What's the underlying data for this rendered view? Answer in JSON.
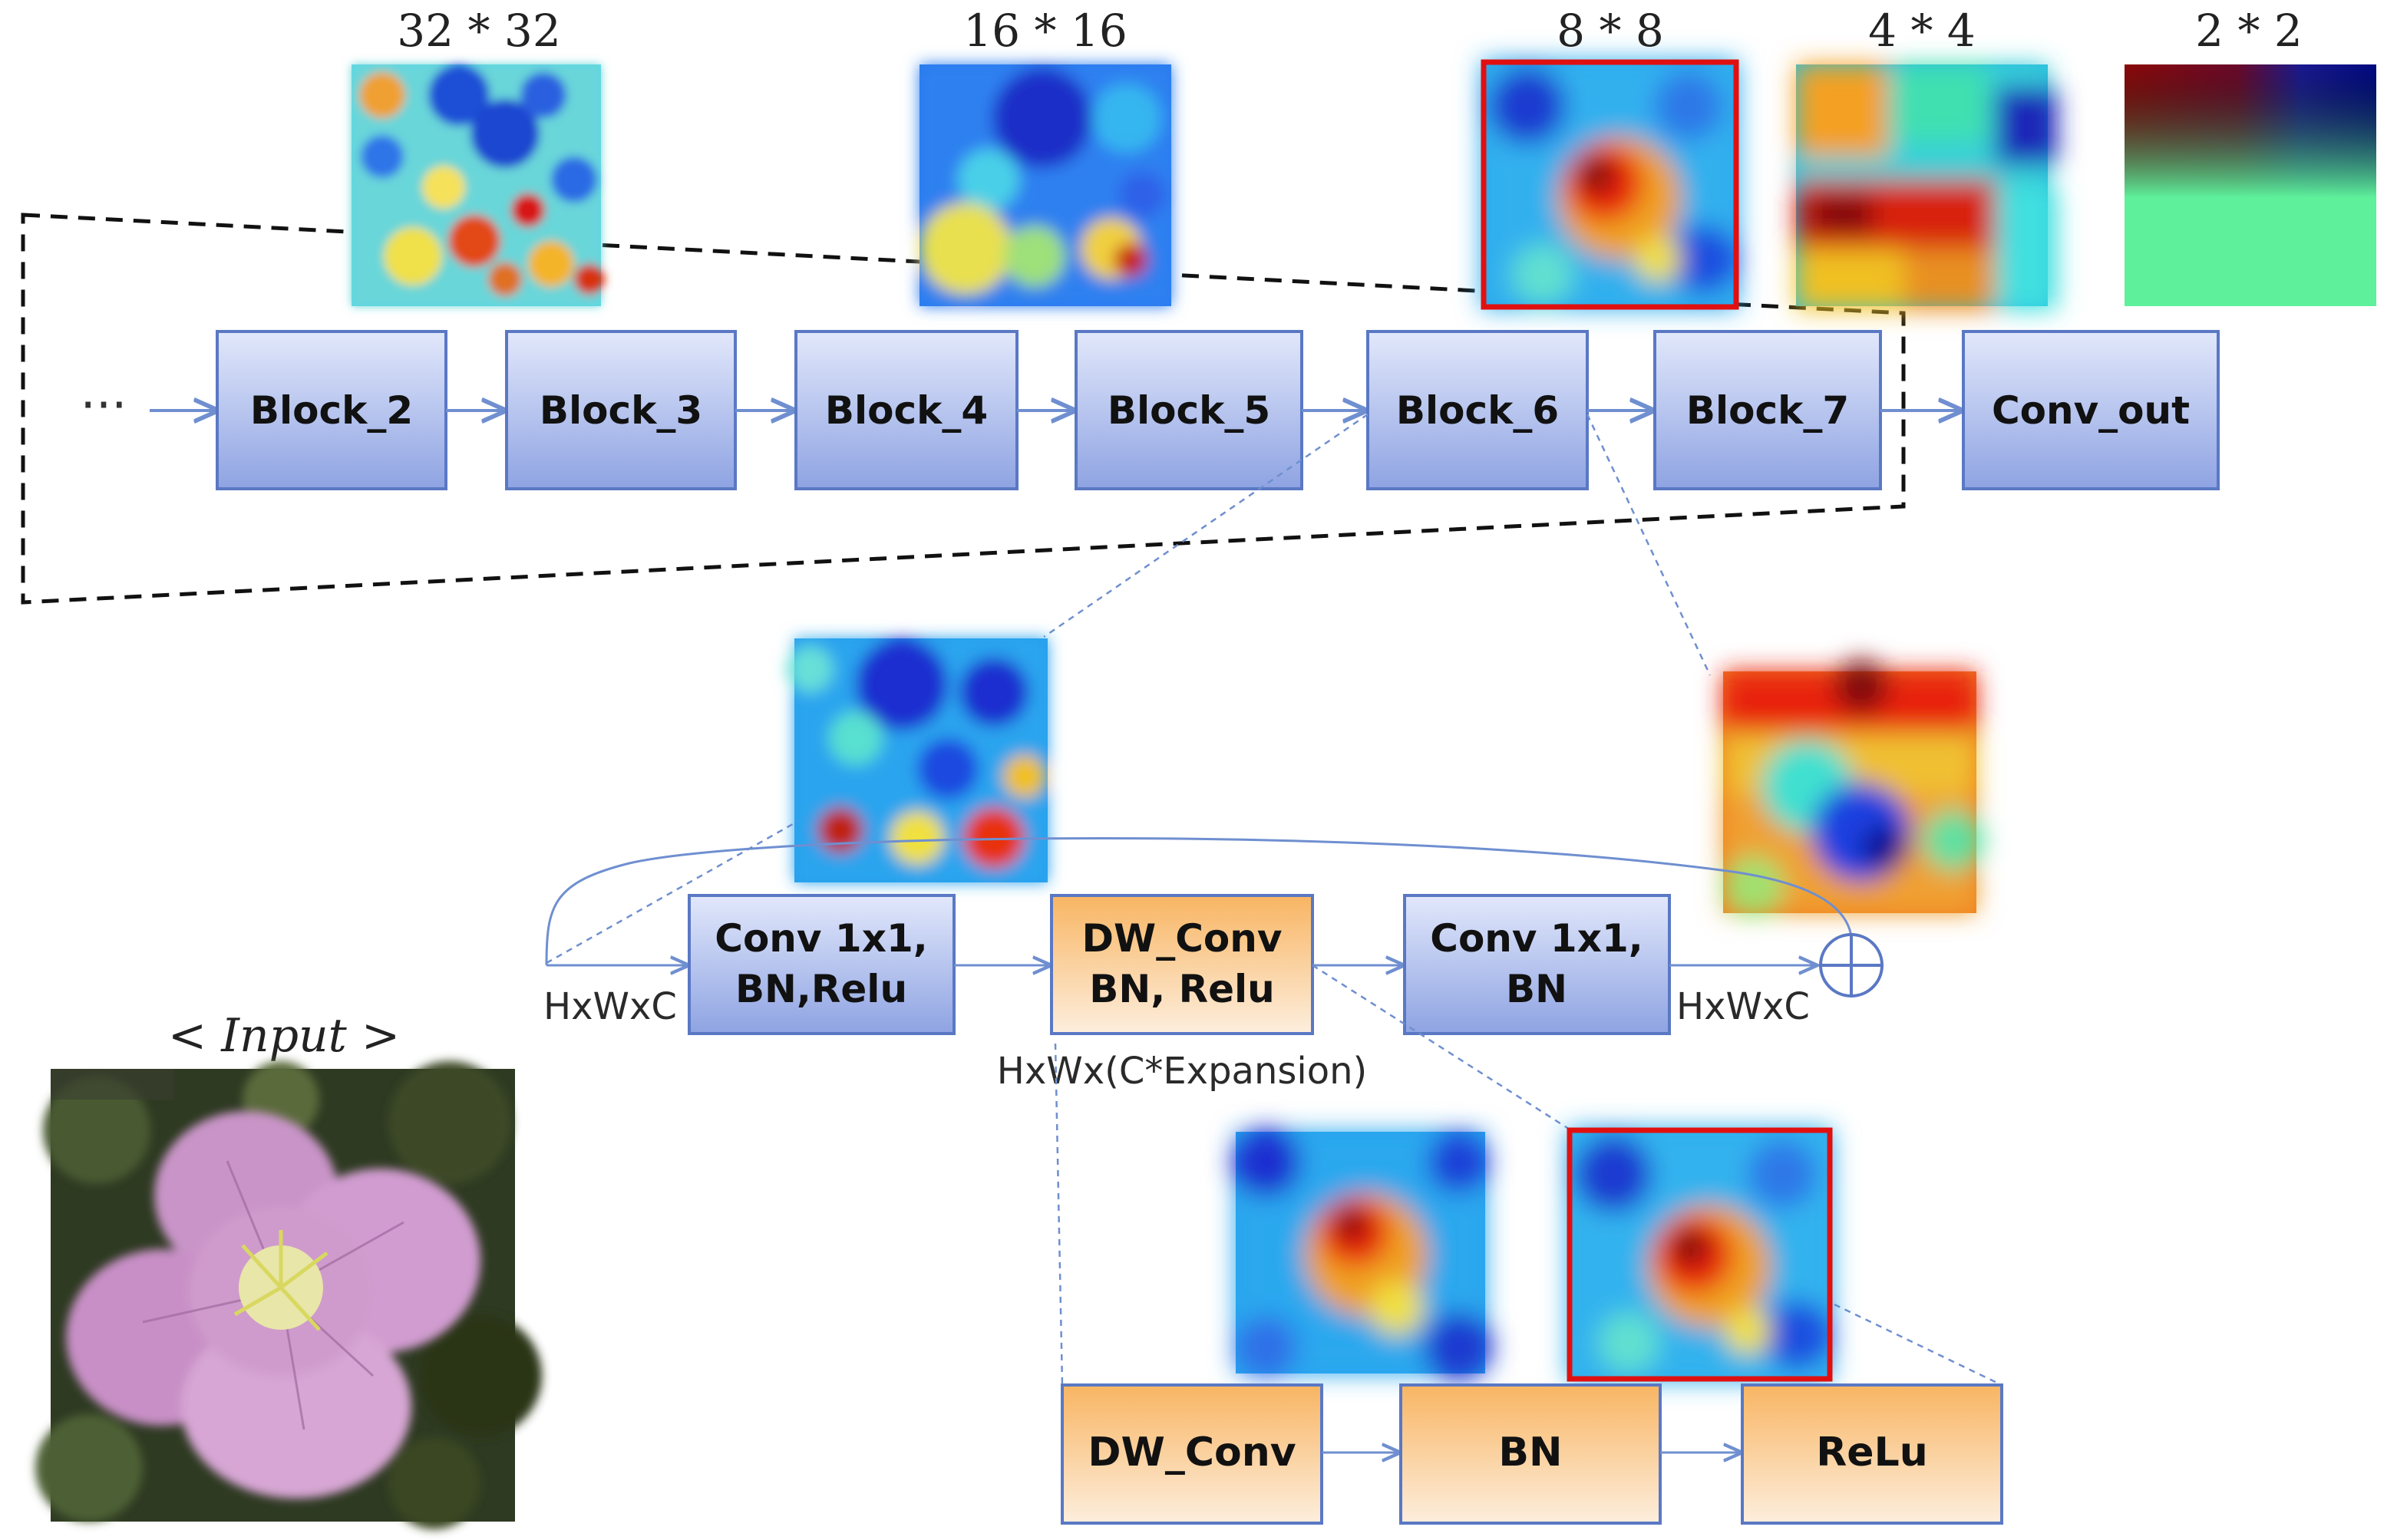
{
  "main_row": {
    "ellipsis": "···",
    "blocks": [
      "Block_2",
      "Block_3",
      "Block_4",
      "Block_5",
      "Block_6",
      "Block_7",
      "Conv_out"
    ]
  },
  "feature_maps": {
    "sizes": [
      "32 * 32",
      "16 * 16",
      "8 * 8",
      "4 * 4",
      "2 * 2"
    ],
    "highlight_color": "#e01010"
  },
  "inverted_residual": {
    "boxes": [
      {
        "line1": "Conv 1x1,",
        "line2": "BN,Relu"
      },
      {
        "line1": "DW_Conv",
        "line2": "BN, Relu"
      },
      {
        "line1": "Conv 1x1,",
        "line2": "BN"
      }
    ],
    "input_dim": "HxWxC",
    "output_dim": "HxWxC",
    "expansion_dim": "HxWx(C*Expansion)"
  },
  "dw_detail": {
    "boxes": [
      "DW_Conv",
      "BN",
      "ReLu"
    ]
  },
  "input": {
    "label": "< Input >"
  },
  "colors": {
    "blue_box_top": "#dfe6fb",
    "blue_box_bottom": "#8fa4e3",
    "blue_box_border": "#5a78c4",
    "orange_box_top": "#f9b96a",
    "orange_box_bottom": "#fde7cc",
    "orange_box_border": "#5a78c4",
    "connector": "#6f8fd0"
  }
}
